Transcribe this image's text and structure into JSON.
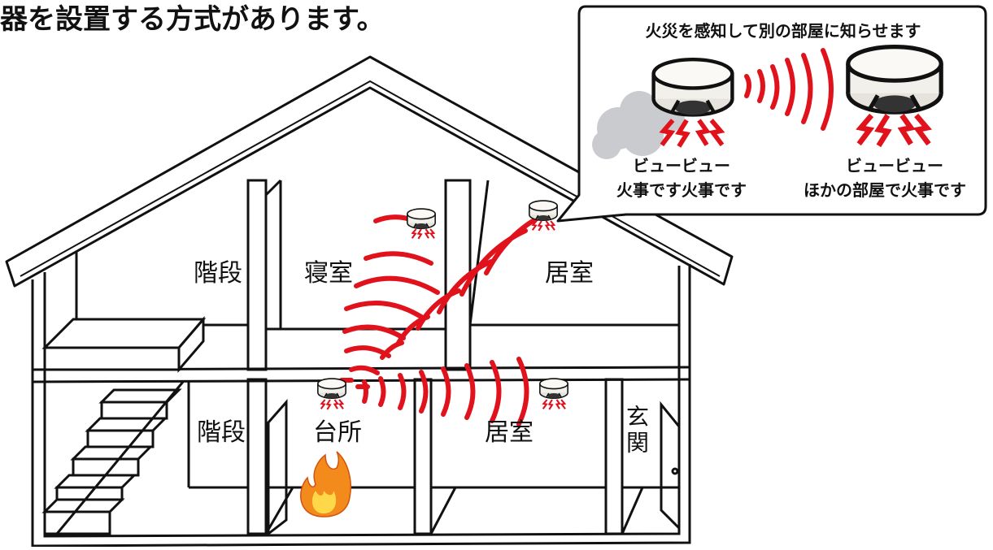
{
  "heading": "器を設置する方式があります。",
  "callout": {
    "title": "火災を感知して別の部屋に知らせます",
    "left_sound": "ビュービュー",
    "left_voice": "火事です火事です",
    "right_sound": "ビュービュー",
    "right_voice": "ほかの部屋で火事です"
  },
  "rooms": {
    "upper_stairs": "階段",
    "bedroom": "寝室",
    "upper_living": "居室",
    "lower_stairs": "階段",
    "kitchen": "台所",
    "lower_living": "居室",
    "entrance": "玄関"
  },
  "colors": {
    "outline": "#111111",
    "signal": "#e0121c",
    "smoke": "#c9cbce",
    "detector_body": "#f2f0ea",
    "flame_outer": "#f28b1c",
    "flame_inner": "#ffd84a"
  },
  "icons": [
    "smoke-detector-icon",
    "flame-icon",
    "smoke-cloud-icon",
    "signal-wave-icon"
  ]
}
